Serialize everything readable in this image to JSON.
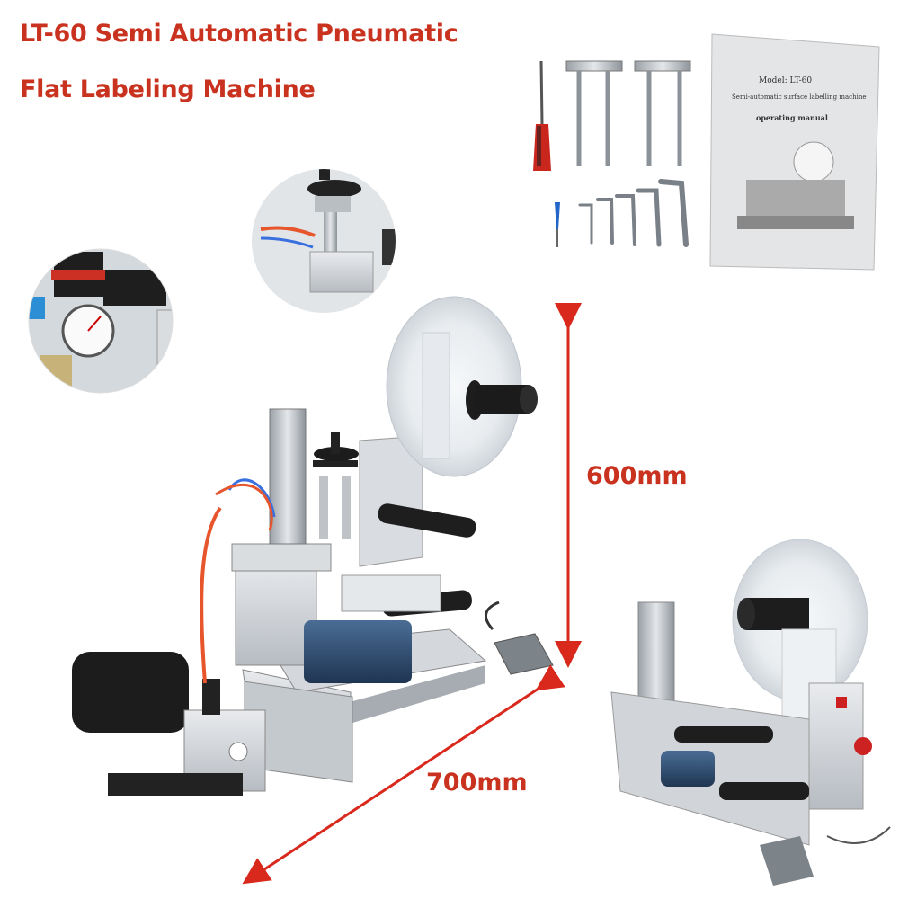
{
  "title": {
    "line1": "LT-60 Semi Automatic Pneumatic",
    "line2": "Flat Labeling Machine"
  },
  "dimensions": {
    "height": "600mm",
    "width": "700mm"
  },
  "manual": {
    "model": "Model: LT-60",
    "subtitle": "Semi-automatic surface labelling machine",
    "heading": "operating manual"
  },
  "colors": {
    "title_red": "#c8321f",
    "arrow_red": "#d9281c",
    "screwdriver_red": "#c9261d"
  }
}
